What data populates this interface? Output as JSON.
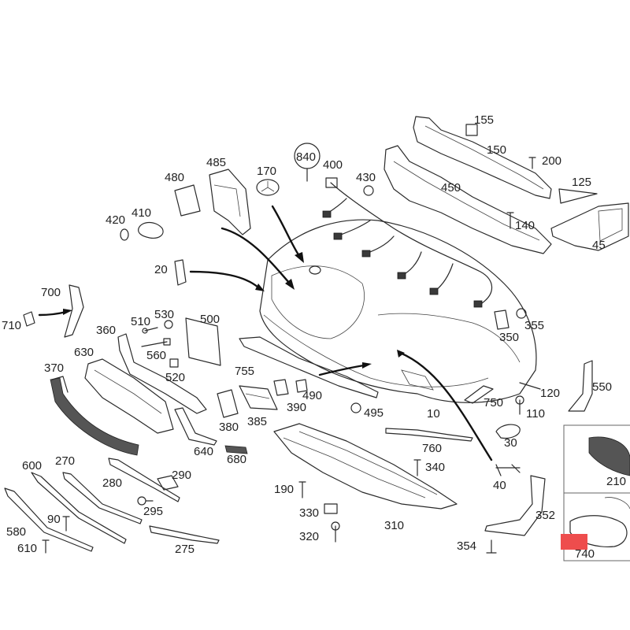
{
  "callouts": {
    "c10": "10",
    "c20": "20",
    "c30": "30",
    "c40": "40",
    "c45": "45",
    "c90": "90",
    "c110": "110",
    "c120": "120",
    "c125": "125",
    "c140": "140",
    "c150": "150",
    "c155": "155",
    "c170": "170",
    "c190": "190",
    "c200": "200",
    "c210": "210",
    "c270": "270",
    "c275": "275",
    "c280": "280",
    "c290": "290",
    "c295": "295",
    "c310": "310",
    "c320": "320",
    "c330": "330",
    "c340": "340",
    "c350": "350",
    "c352": "352",
    "c354": "354",
    "c355": "355",
    "c360": "360",
    "c370": "370",
    "c380": "380",
    "c385": "385",
    "c390": "390",
    "c400": "400",
    "c410": "410",
    "c420": "420",
    "c430": "430",
    "c450": "450",
    "c480": "480",
    "c485": "485",
    "c490": "490",
    "c495": "495",
    "c500": "500",
    "c510": "510",
    "c520": "520",
    "c530": "530",
    "c550": "550",
    "c560": "560",
    "c580": "580",
    "c600": "600",
    "c610": "610",
    "c630": "630",
    "c640": "640",
    "c680": "680",
    "c700": "700",
    "c710": "710",
    "c740": "740",
    "c750": "750",
    "c755": "755",
    "c760": "760",
    "c840": "840"
  },
  "colors": {
    "marker": "#ee4d4d",
    "line": "#2a2a2a",
    "background": "#ffffff"
  }
}
